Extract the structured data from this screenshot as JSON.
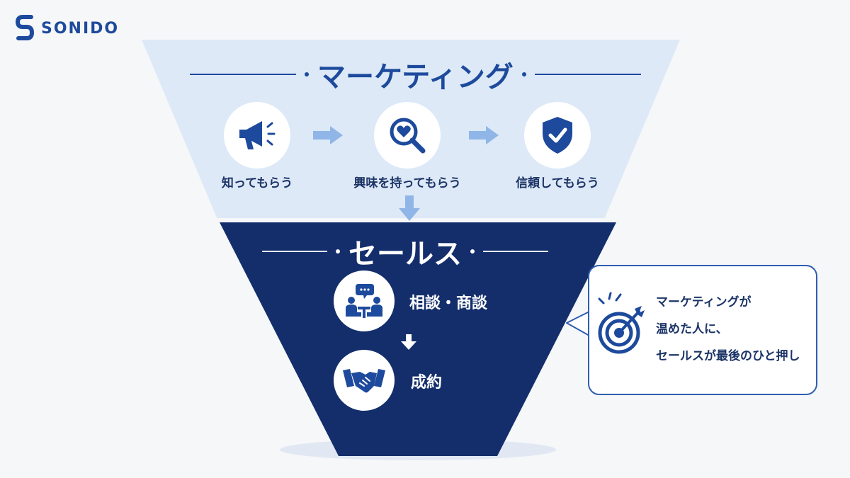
{
  "brand": {
    "name": "SONIDO"
  },
  "marketing": {
    "title": "マーケティング",
    "steps": [
      {
        "label": "知ってもらう",
        "icon": "megaphone-icon"
      },
      {
        "label": "興味を持ってもらう",
        "icon": "magnifier-heart-icon"
      },
      {
        "label": "信頼してもらう",
        "icon": "shield-check-icon"
      }
    ]
  },
  "sales": {
    "title": "セールス",
    "steps": [
      {
        "label": "相談・商談",
        "icon": "meeting-icon"
      },
      {
        "label": "成約",
        "icon": "handshake-icon"
      }
    ]
  },
  "callout": {
    "icon": "target-icon",
    "lines": [
      "マーケティングが",
      "温めた人に、",
      "セールスが最後のひと押し"
    ]
  },
  "colors": {
    "primary": "#1d4a9c",
    "navy": "#132e6b",
    "light_blue": "#dde9f7",
    "arrow": "#8fb6e6"
  }
}
